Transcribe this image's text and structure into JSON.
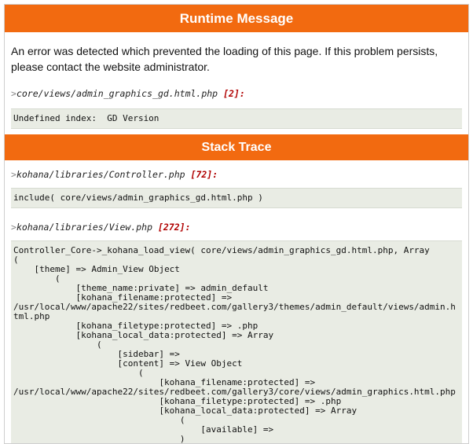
{
  "runtime": {
    "title": "Runtime Message",
    "message": "An error was detected which prevented the loading of this page. If this problem persists, please contact the website administrator.",
    "file_path": "core/views/admin_graphics_gd.html.php",
    "file_line": "[2]:",
    "error_text": "Undefined index:  GD Version"
  },
  "stack": {
    "title": "Stack Trace",
    "frames": [
      {
        "path": "kohana/libraries/Controller.php",
        "line": "[72]:",
        "code": "include( core/views/admin_graphics_gd.html.php )"
      },
      {
        "path": "kohana/libraries/View.php",
        "line": "[272]:",
        "code": "Controller_Core->_kohana_load_view( core/views/admin_graphics_gd.html.php, Array\n(\n    [theme] => Admin_View Object\n        (\n            [theme_name:private] => admin_default\n            [kohana_filename:protected] =>\n/usr/local/www/apache22/sites/redbeet.com/gallery3/themes/admin_default/views/admin.html.php\n            [kohana_filetype:protected] => .php\n            [kohana_local_data:protected] => Array\n                (\n                    [sidebar] =>\n                    [content] => View Object\n                        (\n                            [kohana_filename:protected] =>\n/usr/local/www/apache22/sites/redbeet.com/gallery3/core/views/admin_graphics.html.php\n                            [kohana_filetype:protected] => .php\n                            [kohana_local_data:protected] => Array\n                                (\n                                    [available] =>\n                                )"
      }
    ]
  },
  "gt_symbol": ">"
}
